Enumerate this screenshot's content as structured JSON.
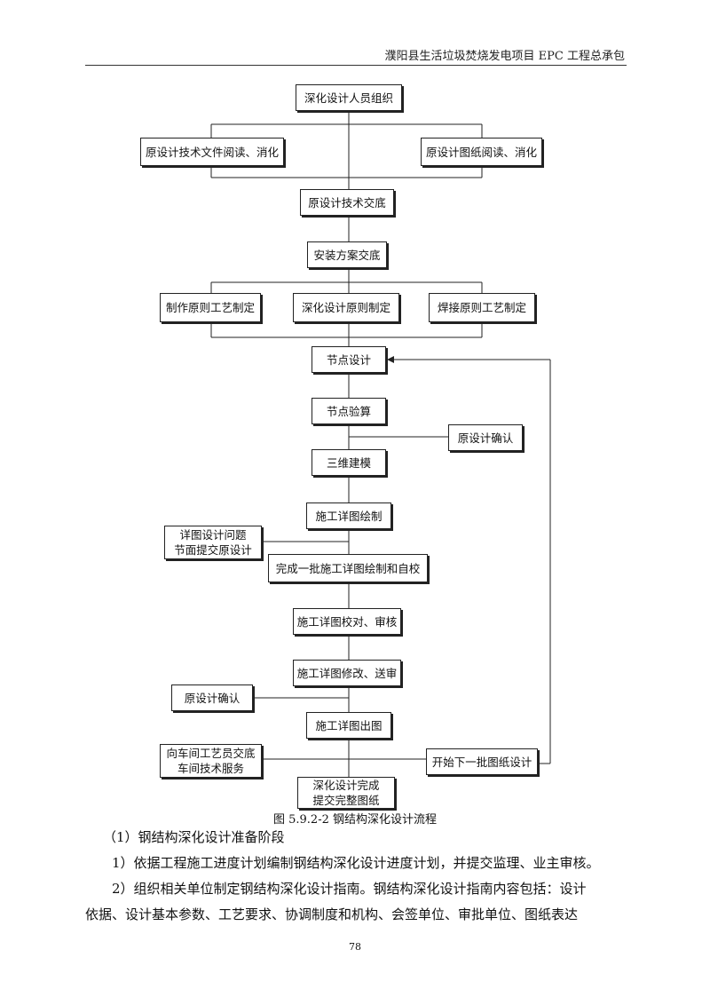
{
  "header": {
    "project": "濮阳县生活垃圾焚烧发电项目 EPC 工程总承包"
  },
  "flowchart": {
    "nodes": {
      "n1": "深化设计人员组织",
      "n2a": "原设计技术文件阅读、消化",
      "n2b": "原设计图纸阅读、消化",
      "n3": "原设计技术交底",
      "n4": "安装方案交底",
      "n5a": "制作原则工艺制定",
      "n5b": "深化设计原则制定",
      "n5c": "焊接原则工艺制定",
      "n6": "节点设计",
      "n7": "节点验算",
      "n7side": "原设计确认",
      "n8": "三维建模",
      "n9": "施工详图绘制",
      "n9side_line1": "详图设计问题",
      "n9side_line2": "节面提交原设计",
      "n10": "完成一批施工详图绘制和自校",
      "n11": "施工详图校对、审核",
      "n12": "施工详图修改、送审",
      "n12side": "原设计确认",
      "n13": "施工详图出图",
      "n14side_line1": "向车间工艺员交底",
      "n14side_line2": "车间技术服务",
      "n14right": "开始下一批图纸设计",
      "n15_line1": "深化设计完成",
      "n15_line2": "提交完整图纸"
    },
    "caption": "图 5.9.2-2  钢结构深化设计流程"
  },
  "body": {
    "section_heading": "（1）钢结构深化设计准备阶段",
    "para1": "1）依据工程施工进度计划编制钢结构深化设计进度计划，并提交监理、业主审核。",
    "para2_line1": "2）组织相关单位制定钢结构深化设计指南。钢结构深化设计指南内容包括：设计",
    "para2_line2": "依据、设计基本参数、工艺要求、协调制度和机构、会签单位、审批单位、图纸表达"
  },
  "footer": {
    "page_number": "78"
  }
}
